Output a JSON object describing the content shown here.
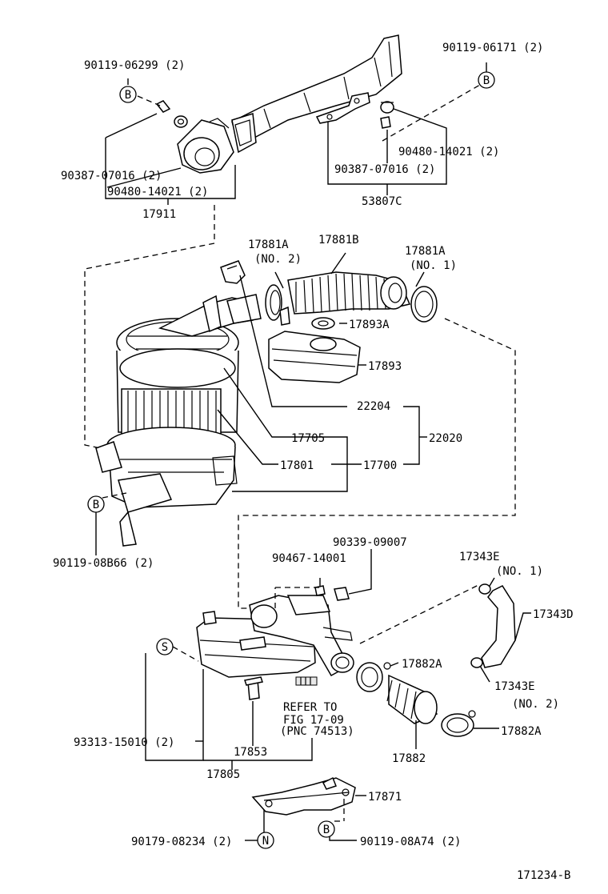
{
  "labels": {
    "p90119_06299": "90119-06299 (2)",
    "p90119_06171": "90119-06171 (2)",
    "p90387_07016_l": "90387-07016 (2)",
    "p90480_14021_l": "90480-14021 (2)",
    "p17911": "17911",
    "p90480_14021_r": "90480-14021 (2)",
    "p90387_07016_r": "90387-07016 (2)",
    "p53807c": "53807C",
    "p17881a_no2": "17881A",
    "p17881a_no2_sub": "(NO. 2)",
    "p17881b": "17881B",
    "p17881a_no1": "17881A",
    "p17881a_no1_sub": "(NO. 1)",
    "p17893a": "17893A",
    "p17893": "17893",
    "p22204": "22204",
    "p22020": "22020",
    "p17705": "17705",
    "p17801": "17801",
    "p17700": "17700",
    "p90119_08b66": "90119-08B66 (2)",
    "p90339_09007": "90339-09007",
    "p90467_14001": "90467-14001",
    "p17343e_no1": "17343E",
    "p17343e_no1_sub": "(NO. 1)",
    "p17343d": "17343D",
    "p17882a_top": "17882A",
    "p17343e_no2": "17343E",
    "p17343e_no2_sub": "(NO. 2)",
    "refer_line1": "REFER TO",
    "refer_line2": "FIG 17-09",
    "refer_line3": "(PNC 74513)",
    "p93313_15010": "93313-15010 (2)",
    "p17853": "17853",
    "p17882": "17882",
    "p17882a_bottom": "17882A",
    "p17805": "17805",
    "p17871": "17871",
    "p90179_08234": "90179-08234 (2)",
    "p90119_08a74": "90119-08A74 (2)",
    "diagram_id": "171234-B"
  },
  "markers": {
    "b": "B",
    "s": "S",
    "n": "N"
  }
}
